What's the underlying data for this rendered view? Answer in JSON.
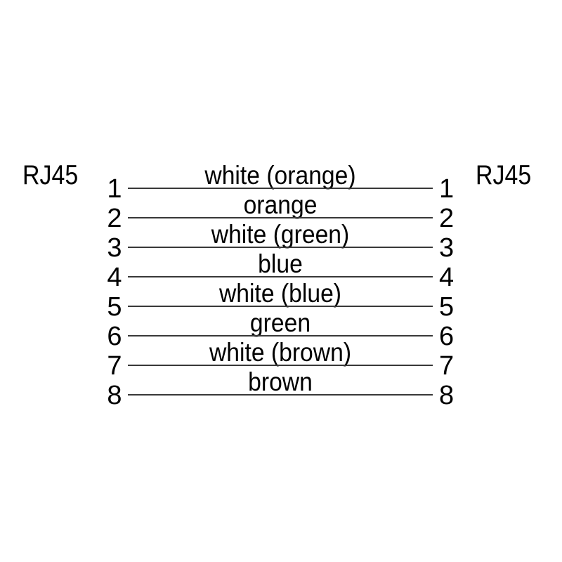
{
  "diagram": {
    "connector_left": "RJ45",
    "connector_right": "RJ45",
    "pins": [
      {
        "pin": "1",
        "wire": "white (orange)"
      },
      {
        "pin": "2",
        "wire": "orange"
      },
      {
        "pin": "3",
        "wire": "white (green)"
      },
      {
        "pin": "4",
        "wire": "blue"
      },
      {
        "pin": "5",
        "wire": "white (blue)"
      },
      {
        "pin": "6",
        "wire": "green"
      },
      {
        "pin": "7",
        "wire": "white (brown)"
      },
      {
        "pin": "8",
        "wire": "brown"
      }
    ],
    "colors": {
      "background": "#ffffff",
      "text": "#000000",
      "wire_line": "#383838"
    }
  }
}
